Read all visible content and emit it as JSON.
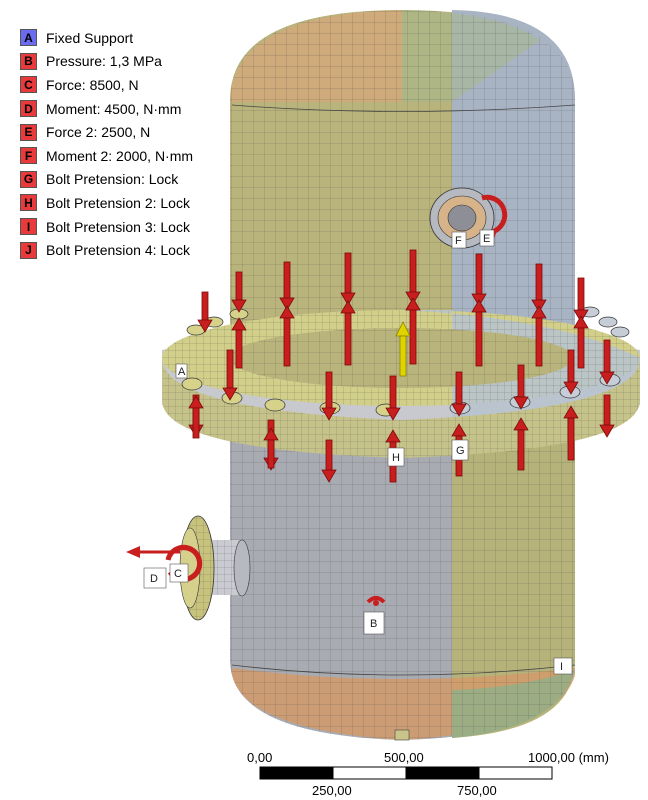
{
  "legend": [
    {
      "key": "A",
      "label": "Fixed Support",
      "color": "#6b6bf0"
    },
    {
      "key": "B",
      "label": "Pressure: 1,3 MPa",
      "color": "#e83a3a"
    },
    {
      "key": "C",
      "label": "Force: 8500, N",
      "color": "#e83a3a"
    },
    {
      "key": "D",
      "label": "Moment: 4500, N·mm",
      "color": "#e83a3a"
    },
    {
      "key": "E",
      "label": "Force 2: 2500, N",
      "color": "#e83a3a"
    },
    {
      "key": "F",
      "label": "Moment 2: 2000, N·mm",
      "color": "#e83a3a"
    },
    {
      "key": "G",
      "label": "Bolt Pretension: Lock",
      "color": "#e83a3a"
    },
    {
      "key": "H",
      "label": "Bolt Pretension 2: Lock",
      "color": "#e83a3a"
    },
    {
      "key": "I",
      "label": "Bolt Pretension 3: Lock",
      "color": "#e83a3a"
    },
    {
      "key": "J",
      "label": "Bolt Pretension 4: Lock",
      "color": "#e83a3a"
    }
  ],
  "model": {
    "tags": [
      "A",
      "B",
      "C",
      "D",
      "E",
      "F",
      "G",
      "H",
      "I"
    ],
    "colors": {
      "shell_olive": "#b9b47c",
      "shell_blue": "#a8b4c4",
      "head_orange": "#d7a77a",
      "head_green": "#a6b88c",
      "flange_yellow": "#d6d084",
      "flange_gray": "#b9bcc4",
      "arrow_red": "#c81e1e",
      "arrow_yellow": "#e0d400"
    }
  },
  "scale": {
    "top_labels": [
      "0,00",
      "500,00",
      "1000,00 (mm)"
    ],
    "bottom_labels": [
      "250,00",
      "750,00"
    ]
  }
}
